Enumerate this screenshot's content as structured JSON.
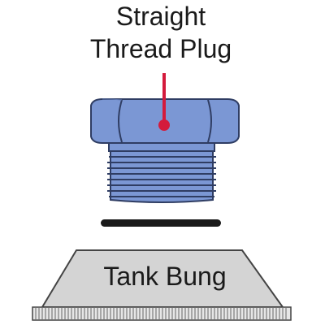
{
  "title": {
    "line1": "Straight",
    "line2": "Thread Plug"
  },
  "base": {
    "label": "Tank Bung"
  },
  "colors": {
    "plug_fill": "#7b97d4",
    "plug_stroke": "#2f3d63",
    "pointer": "#d41a3c",
    "oring": "#1a1a1a",
    "bung_fill": "#d4d4d4",
    "bung_stroke": "#444444",
    "ground_fill": "#e6e6e6"
  }
}
